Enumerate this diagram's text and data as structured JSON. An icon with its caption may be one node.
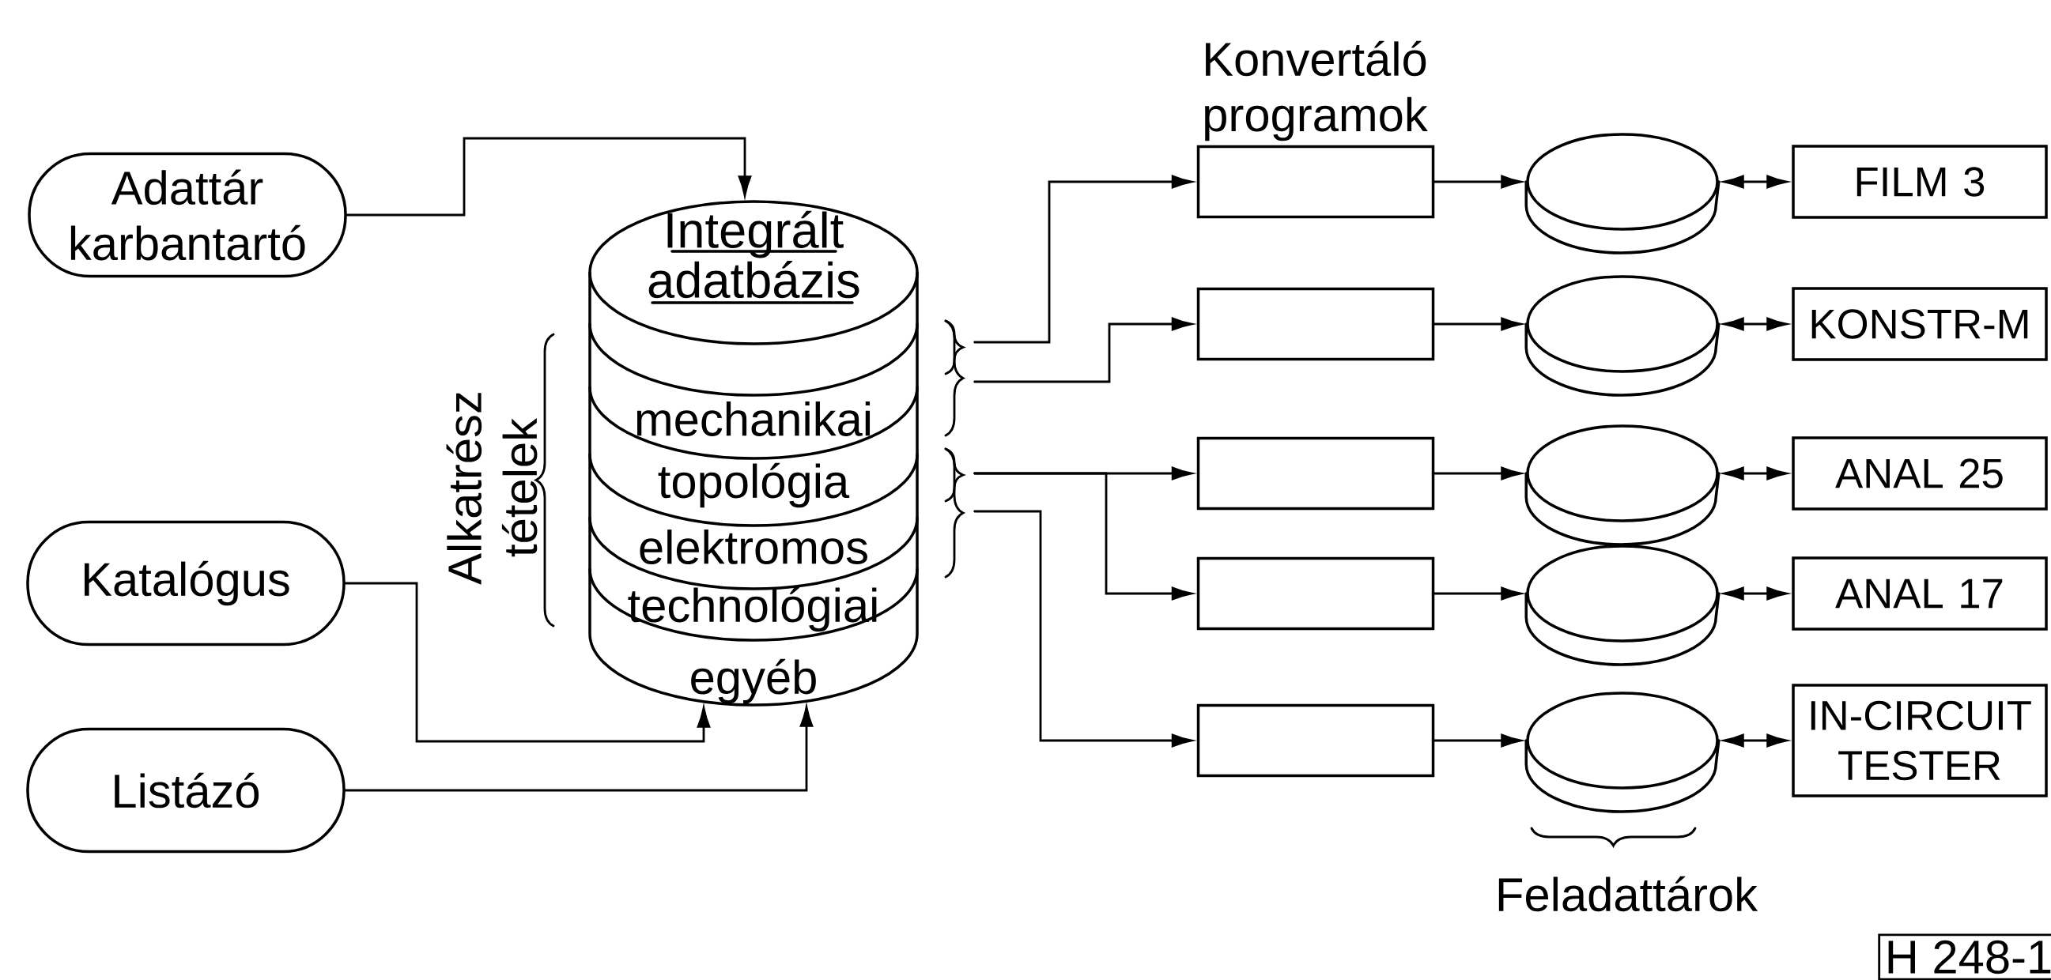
{
  "diagram": {
    "nodes": [
      {
        "text": [
          "Adattár karbantartó"
        ]
      },
      {
        "text": [
          "Katalógus"
        ]
      },
      {
        "text": [
          "Listázó"
        ]
      },
      {
        "text": [
          "Integrált adatbázis"
        ]
      },
      {
        "text": [
          "mechanikai"
        ],
        "in": 3
      },
      {
        "text": [
          "topológia"
        ],
        "in": 3
      },
      {
        "text": [
          "elektromos"
        ],
        "in": 3
      },
      {
        "text": [
          "technológiai"
        ],
        "in": 3
      },
      {
        "text": [
          "egyéb"
        ],
        "in": 3
      },
      {
        "text": [],
        "shape": "box"
      },
      {
        "text": [],
        "shape": "box"
      },
      {
        "text": [],
        "shape": "box"
      },
      {
        "text": [],
        "shape": "box"
      },
      {
        "text": [],
        "shape": "box"
      },
      {
        "text": [],
        "shape": "cylinder"
      },
      {
        "text": [],
        "shape": "cylinder"
      },
      {
        "text": [],
        "shape": "cylinder"
      },
      {
        "text": [],
        "shape": "cylinder"
      },
      {
        "text": [],
        "shape": "cylinder"
      },
      {
        "text": [
          "FILM 3"
        ]
      },
      {
        "text": [
          "KONSTR-M"
        ]
      },
      {
        "text": [
          "ANAL 25"
        ]
      },
      {
        "text": [
          "ANAL 17"
        ]
      },
      {
        "text": [
          "IN-CIRCUIT TESTER"
        ]
      }
    ],
    "edges": [
      {
        "from": 0,
        "to": 3,
        "arrow": "to"
      },
      {
        "from": 1,
        "to": 3,
        "arrow": "to"
      },
      {
        "from": 2,
        "to": 3,
        "arrow": "to"
      },
      {
        "from": 3,
        "to": 9,
        "arrow": "to"
      },
      {
        "from": 3,
        "to": 10,
        "arrow": "to"
      },
      {
        "from": 3,
        "to": 11,
        "arrow": "to"
      },
      {
        "from": 3,
        "to": 12,
        "arrow": "to"
      },
      {
        "from": 3,
        "to": 13,
        "arrow": "to"
      },
      {
        "from": 9,
        "to": 14,
        "arrow": "to"
      },
      {
        "from": 10,
        "to": 15,
        "arrow": "to"
      },
      {
        "from": 11,
        "to": 16,
        "arrow": "to"
      },
      {
        "from": 12,
        "to": 17,
        "arrow": "to"
      },
      {
        "from": 13,
        "to": 18,
        "arrow": "to"
      },
      {
        "from": 14,
        "to": 19,
        "arrow": "both"
      },
      {
        "from": 15,
        "to": 20,
        "arrow": "both"
      },
      {
        "from": 16,
        "to": 21,
        "arrow": "both"
      },
      {
        "from": 17,
        "to": 22,
        "arrow": "both"
      },
      {
        "from": 18,
        "to": 23,
        "arrow": "both"
      }
    ],
    "labels": [
      "Konvertáló programok",
      "Alkatrész tételek",
      "Feladattárok",
      "H 248-1"
    ]
  }
}
